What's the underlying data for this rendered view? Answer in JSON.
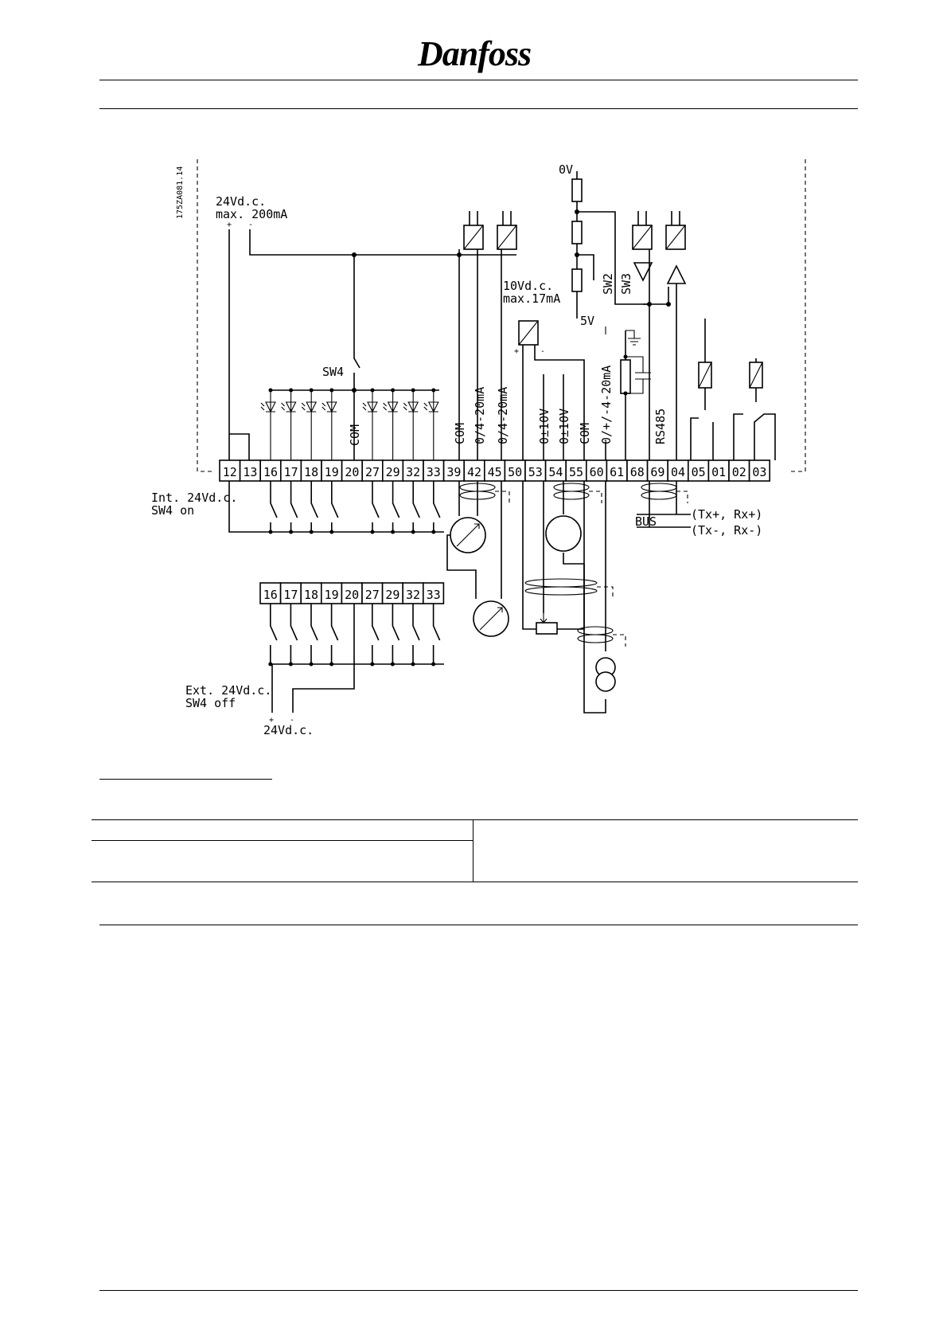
{
  "header": {
    "brand": "Danfoss"
  },
  "diagram": {
    "drawing_number": "175ZA081.14",
    "terminals_main": [
      "12",
      "13",
      "16",
      "17",
      "18",
      "19",
      "20",
      "27",
      "29",
      "32",
      "33",
      "39",
      "42",
      "45",
      "50",
      "53",
      "54",
      "55",
      "60",
      "61",
      "68",
      "69",
      "04",
      "05",
      "01",
      "02",
      "03"
    ],
    "terminals_ext": [
      "16",
      "17",
      "18",
      "19",
      "20",
      "27",
      "29",
      "32",
      "33"
    ],
    "labels": {
      "supply_24v": "24Vd.c.",
      "supply_max": "max. 200mA",
      "plus": "+",
      "minus": "-",
      "zero_v": "0V",
      "five_v": "5V",
      "ref_10v": "10Vd.c.",
      "ref_max": "max.17mA",
      "sw2": "SW2",
      "sw3": "SW3",
      "sw4": "SW4",
      "com_20": "COM",
      "com_39": "COM",
      "out_42": "0/4-20mA",
      "out_45": "0/4-20mA",
      "in_53": "0±10V",
      "in_54": "0±10V",
      "com_55": "COM",
      "in_60": "0/+/-4-20mA",
      "rs485": "RS485",
      "int_supply": "Int. 24Vd.c.",
      "sw4_on": "SW4  on",
      "ext_supply": "Ext. 24Vd.c.",
      "sw4_off": "SW4  off",
      "ext_24v": "24Vd.c.",
      "bus": "BUS",
      "tx_plus": "(Tx+,  Rx+)",
      "tx_minus": "(Tx-,  Rx-)"
    }
  }
}
